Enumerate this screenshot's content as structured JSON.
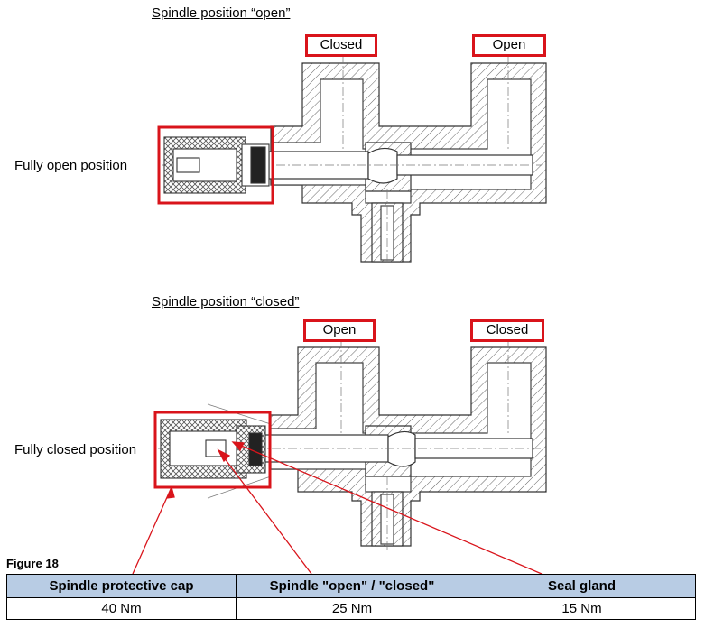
{
  "top_view": {
    "heading": "Spindle position “open”",
    "side_label": "Fully open position",
    "left_port_label": "Closed",
    "right_port_label": "Open"
  },
  "bottom_view": {
    "heading": "Spindle position “closed”",
    "side_label": "Fully closed position",
    "left_port_label": "Open",
    "right_port_label": "Closed"
  },
  "figure_caption": "Figure 18",
  "torque_table": {
    "headers": [
      "Spindle protective cap",
      "Spindle \"open\" / \"closed\"",
      "Seal gland"
    ],
    "values": [
      "40 Nm",
      "25 Nm",
      "15 Nm"
    ]
  },
  "colors": {
    "highlight_red": "#d9141b",
    "table_header_fill": "#b8cce4",
    "hatch_stroke": "#555555"
  }
}
